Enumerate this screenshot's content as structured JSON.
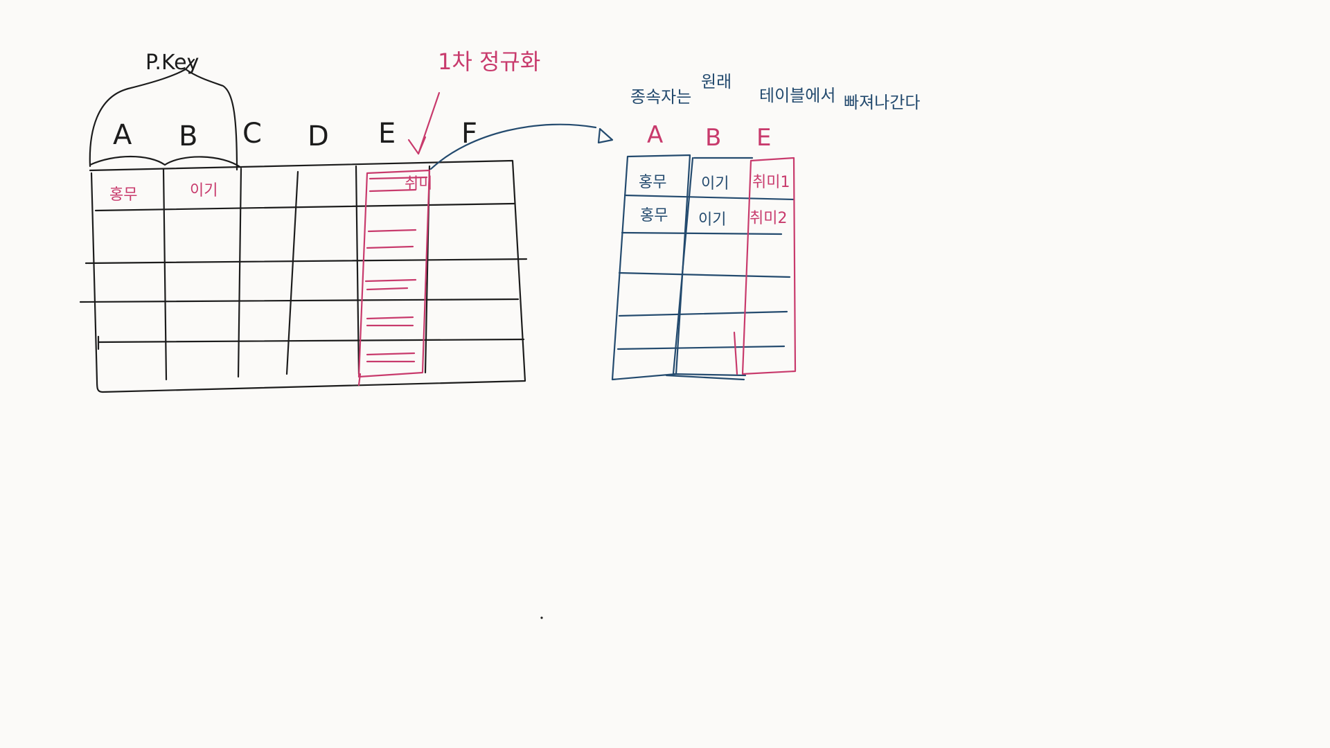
{
  "annotations": {
    "primary_key": "P.Key",
    "normalization": "1차 정규화",
    "dependent_note": [
      "종속자는",
      "원래",
      "테이블에서",
      "빠져나간다"
    ]
  },
  "original_table": {
    "columns": [
      "A",
      "B",
      "C",
      "D",
      "E",
      "F"
    ],
    "row1": [
      "홍무",
      "이기",
      "",
      "",
      "취미",
      ""
    ]
  },
  "new_table": {
    "columns": [
      "A",
      "B",
      "E"
    ],
    "rows": [
      [
        "홍무",
        "이기",
        "취미1"
      ],
      [
        "홍무",
        "이기",
        "취미2"
      ]
    ]
  },
  "colors": {
    "black_ink": "#1c1c1c",
    "blue_ink": "#234a6e",
    "pink_ink": "#c83a6c",
    "paper": "#fbfaf8"
  }
}
